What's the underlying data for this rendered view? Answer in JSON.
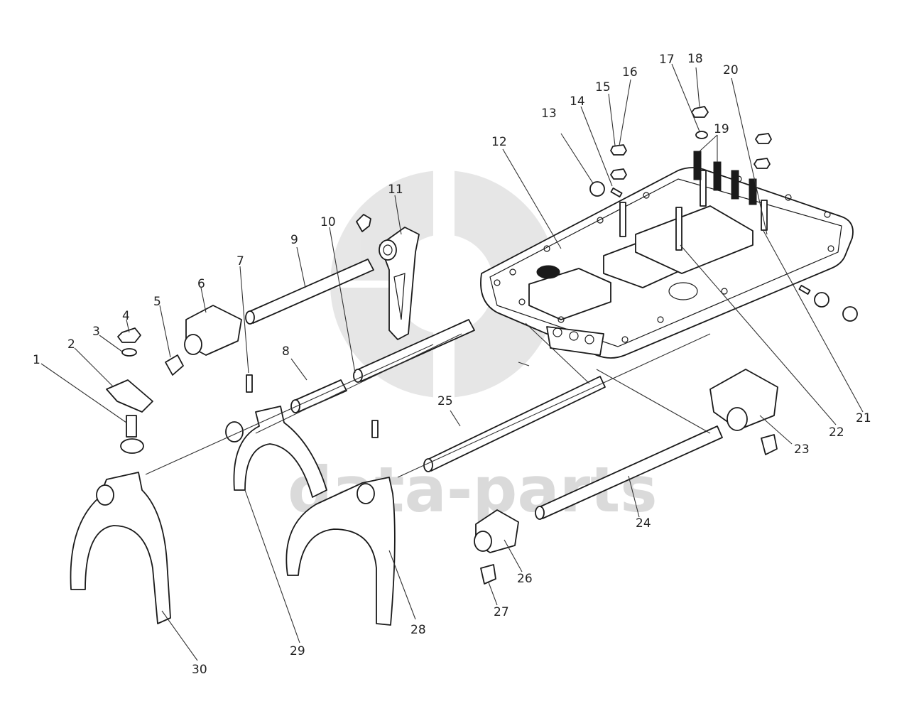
{
  "diagram": {
    "watermark": {
      "text": "data-parts"
    },
    "callouts": [
      "1",
      "2",
      "3",
      "4",
      "5",
      "6",
      "7",
      "8",
      "9",
      "10",
      "11",
      "12",
      "13",
      "14",
      "15",
      "16",
      "17",
      "18",
      "19",
      "20",
      "21",
      "22",
      "23",
      "24",
      "25",
      "26",
      "27",
      "28",
      "29",
      "30"
    ]
  }
}
